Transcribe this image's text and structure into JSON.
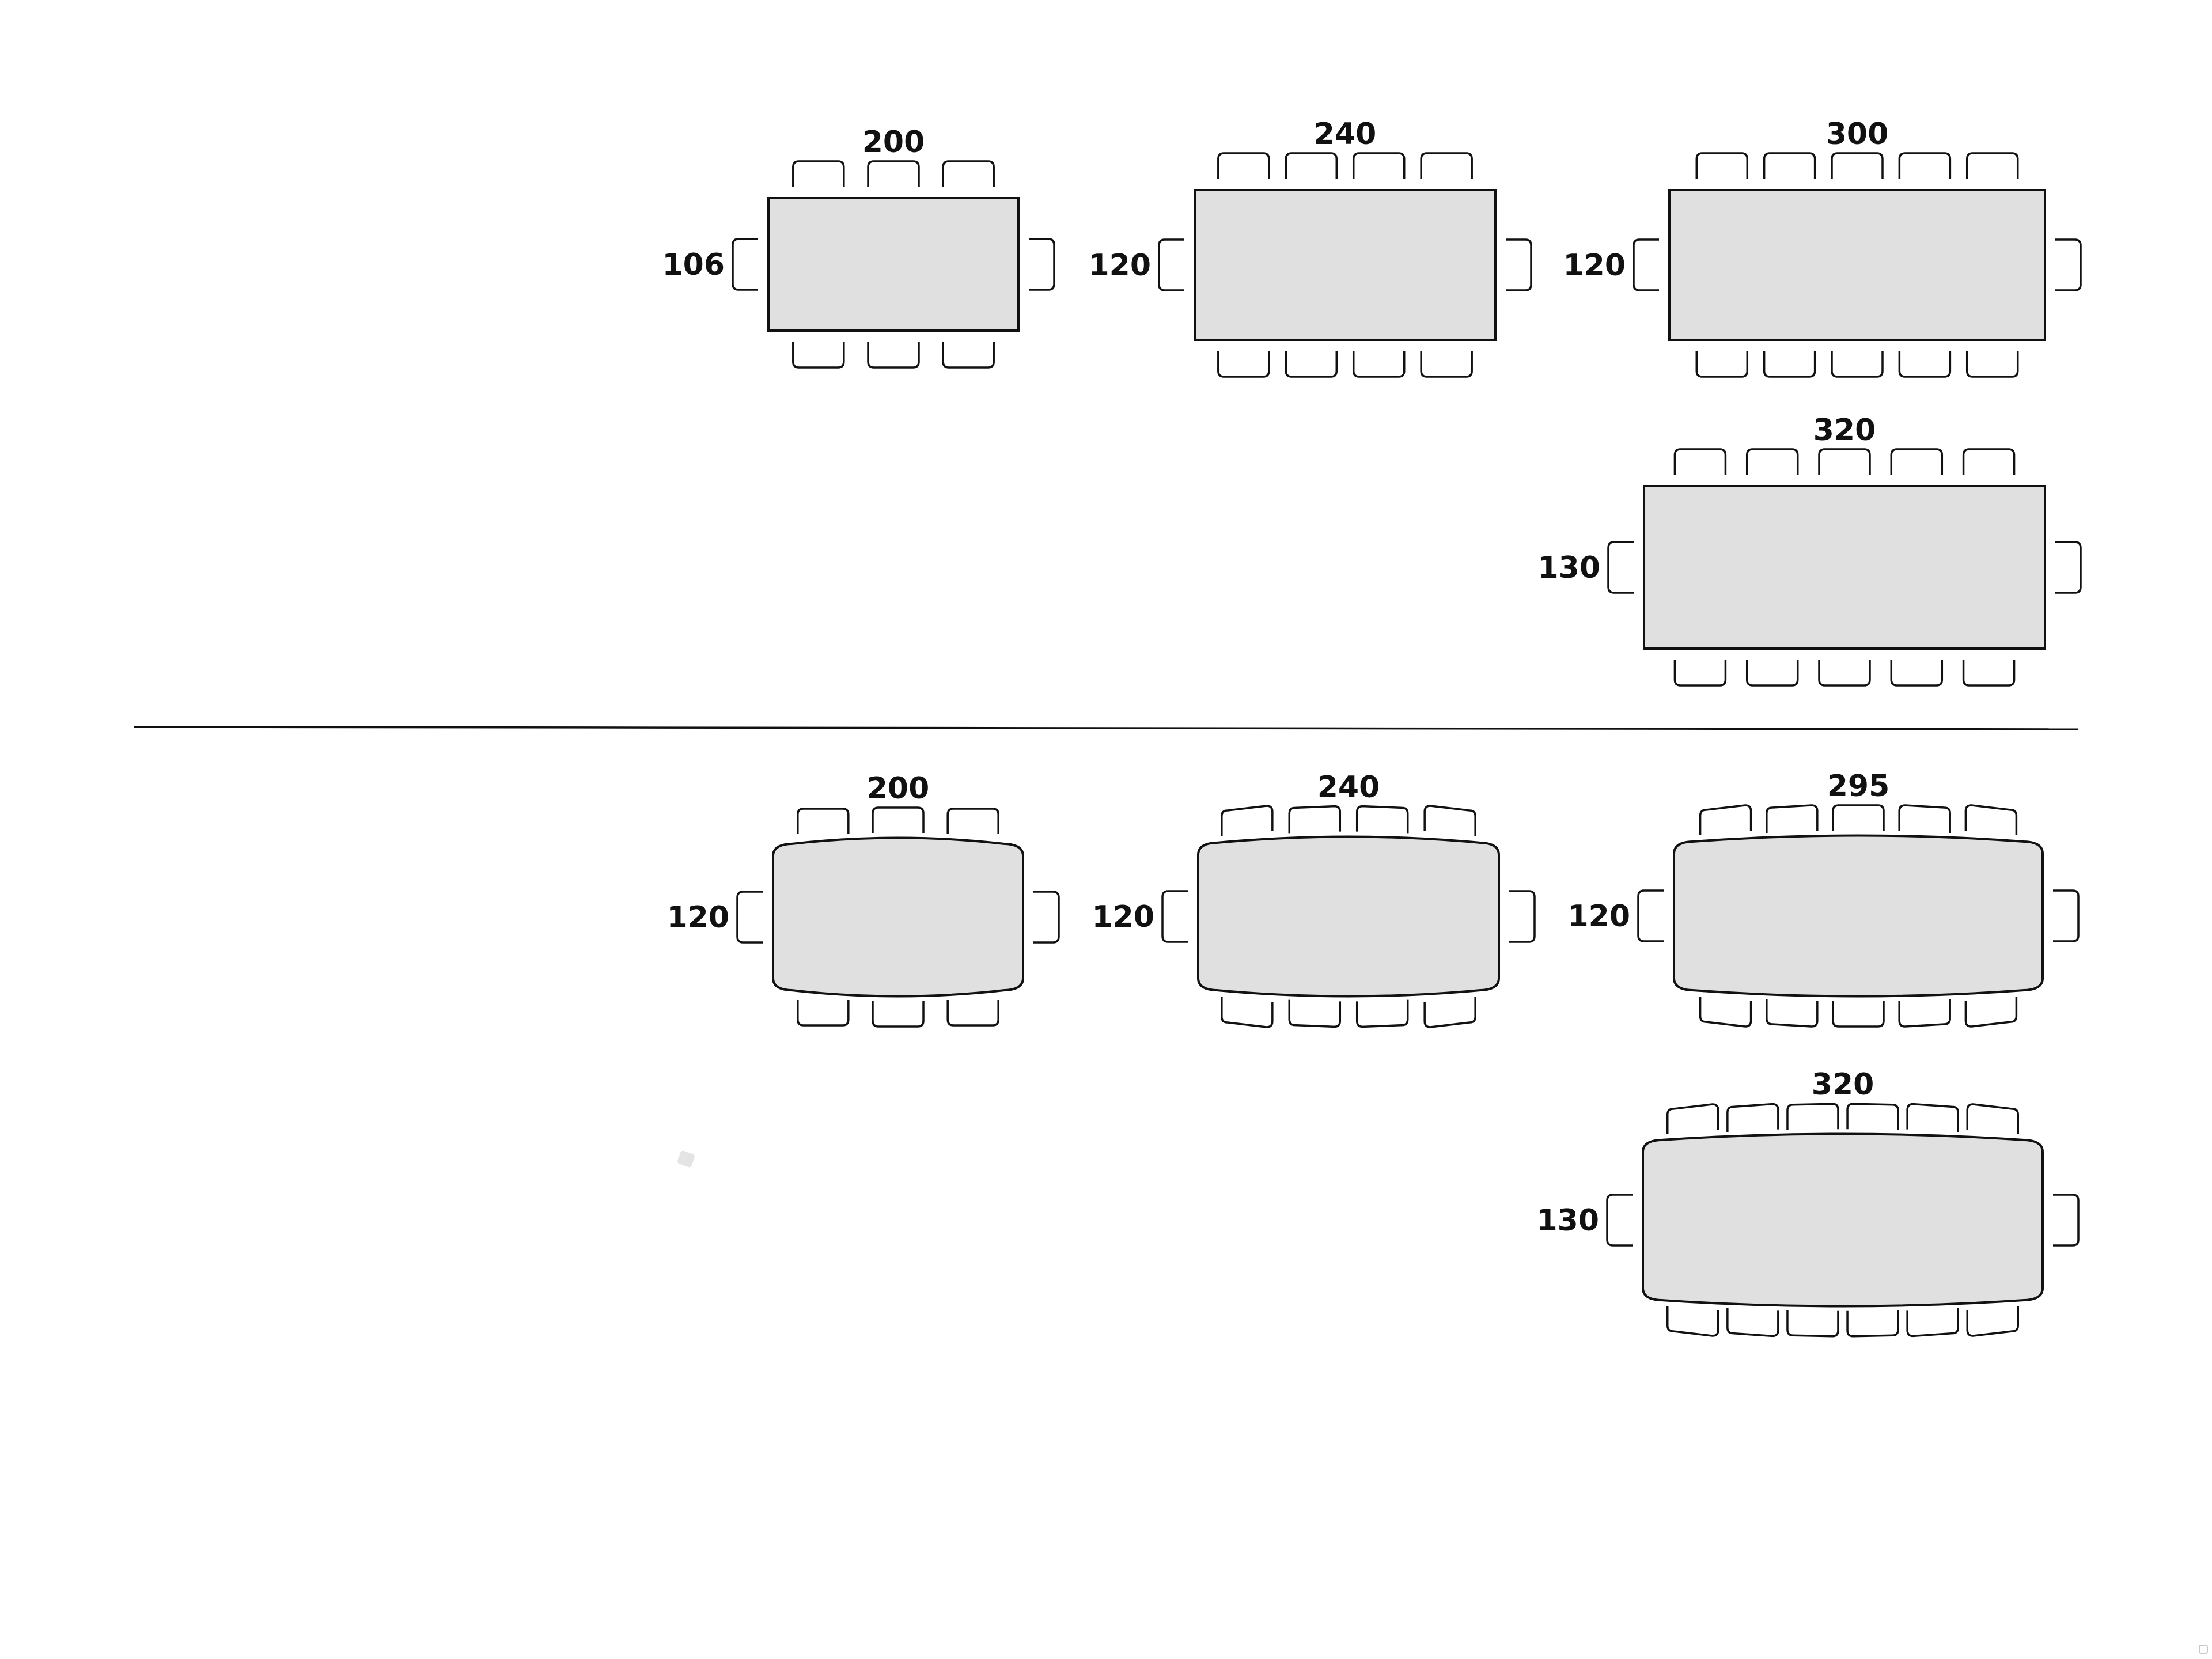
{
  "sections": [
    {
      "shape": "rectangular",
      "tables": [
        {
          "length": "200",
          "width": "106",
          "chairs_per_side": 3,
          "end_chairs": 1
        },
        {
          "length": "240",
          "width": "120",
          "chairs_per_side": 4,
          "end_chairs": 1
        },
        {
          "length": "300",
          "width": "120",
          "chairs_per_side": 5,
          "end_chairs": 1
        },
        {
          "length": "320",
          "width": "130",
          "chairs_per_side": 5,
          "end_chairs": 1
        }
      ]
    },
    {
      "shape": "barrel",
      "tables": [
        {
          "length": "200",
          "width": "120",
          "chairs_per_side": 3,
          "end_chairs": 1
        },
        {
          "length": "240",
          "width": "120",
          "chairs_per_side": 4,
          "end_chairs": 1
        },
        {
          "length": "295",
          "width": "120",
          "chairs_per_side": 5,
          "end_chairs": 1
        },
        {
          "length": "320",
          "width": "130",
          "chairs_per_side": 6,
          "end_chairs": 1
        }
      ]
    }
  ],
  "colors": {
    "table_fill": "#e0e0e0",
    "stroke": "#111111",
    "background": "#ffffff"
  }
}
